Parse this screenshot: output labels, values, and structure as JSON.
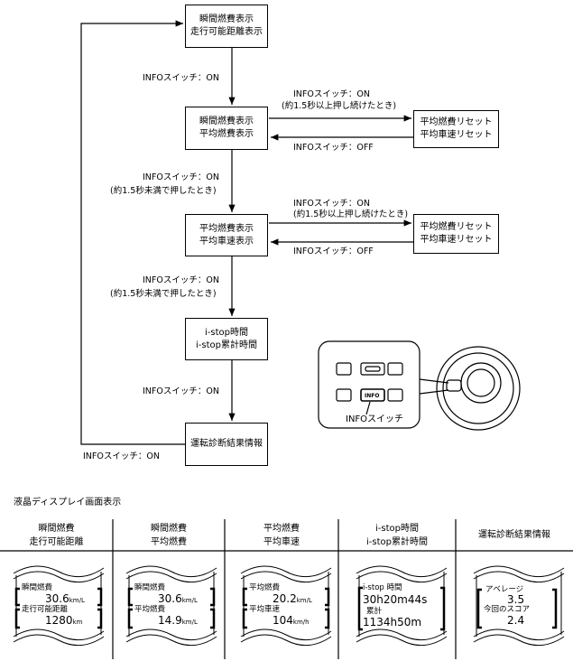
{
  "flow": {
    "states": [
      {
        "line1": "瞬間燃費表示",
        "line2": "走行可能距離表示"
      },
      {
        "line1": "瞬間燃費表示",
        "line2": "平均燃費表示"
      },
      {
        "line1": "平均燃費表示",
        "line2": "平均車速表示"
      },
      {
        "line1": "i-stop時間",
        "line2": "i-stop累計時間"
      },
      {
        "line1": "運転診断結果情報",
        "line2": ""
      }
    ],
    "resets": [
      {
        "line1": "平均燃費リセット",
        "line2": "平均車速リセット"
      },
      {
        "line1": "平均燃費リセット",
        "line2": "平均車速リセット"
      }
    ],
    "transitions": {
      "t1": "INFOスイッチ：ON",
      "t2a": "INFOスイッチ：ON",
      "t2b": "(約1.5秒未満で押したとき)",
      "t3a": "INFOスイッチ：ON",
      "t3b": "(約1.5秒未満で押したとき)",
      "t4": "INFOスイッチ：ON",
      "loop": "INFOスイッチ：ON",
      "r1a": "INFOスイッチ：ON",
      "r1b": "(約1.5秒以上押し続けたとき)",
      "r1off": "INFOスイッチ：OFF",
      "r2a": "INFOスイッチ：ON",
      "r2b": "(約1.5秒以上押し続けたとき)",
      "r2off": "INFOスイッチ：OFF"
    },
    "illustration": {
      "button": "INFO",
      "caption": "INFOスイッチ"
    }
  },
  "table": {
    "title": "液晶ディスプレイ画面表示",
    "columns": [
      {
        "h1": "瞬間燃費",
        "h2": "走行可能距離",
        "a_label": "瞬間燃費",
        "a_value": "30.6",
        "a_unit": "km/L",
        "b_label": "走行可能距離",
        "b_value": "1280",
        "b_unit": "km"
      },
      {
        "h1": "瞬間燃費",
        "h2": "平均燃費",
        "a_label": "瞬間燃費",
        "a_value": "30.6",
        "a_unit": "km/L",
        "b_label": "平均燃費",
        "b_value": "14.9",
        "b_unit": "km/L"
      },
      {
        "h1": "平均燃費",
        "h2": "平均車速",
        "a_label": "平均燃費",
        "a_value": "20.2",
        "a_unit": "km/L",
        "b_label": "平均車速",
        "b_value": "104",
        "b_unit": "km/h"
      },
      {
        "h1": "i-stop時間",
        "h2": "i-stop累計時間",
        "a_label": "i-stop 時間",
        "a_value": "30h20m44s",
        "b_label": "累計",
        "b_value": "1134h50m"
      },
      {
        "h1": "運転診断結果情報",
        "h2": "",
        "a_label": "アベレージ",
        "a_value": "3.5",
        "b_label": "今回のスコア",
        "b_value": "2.4"
      }
    ]
  }
}
